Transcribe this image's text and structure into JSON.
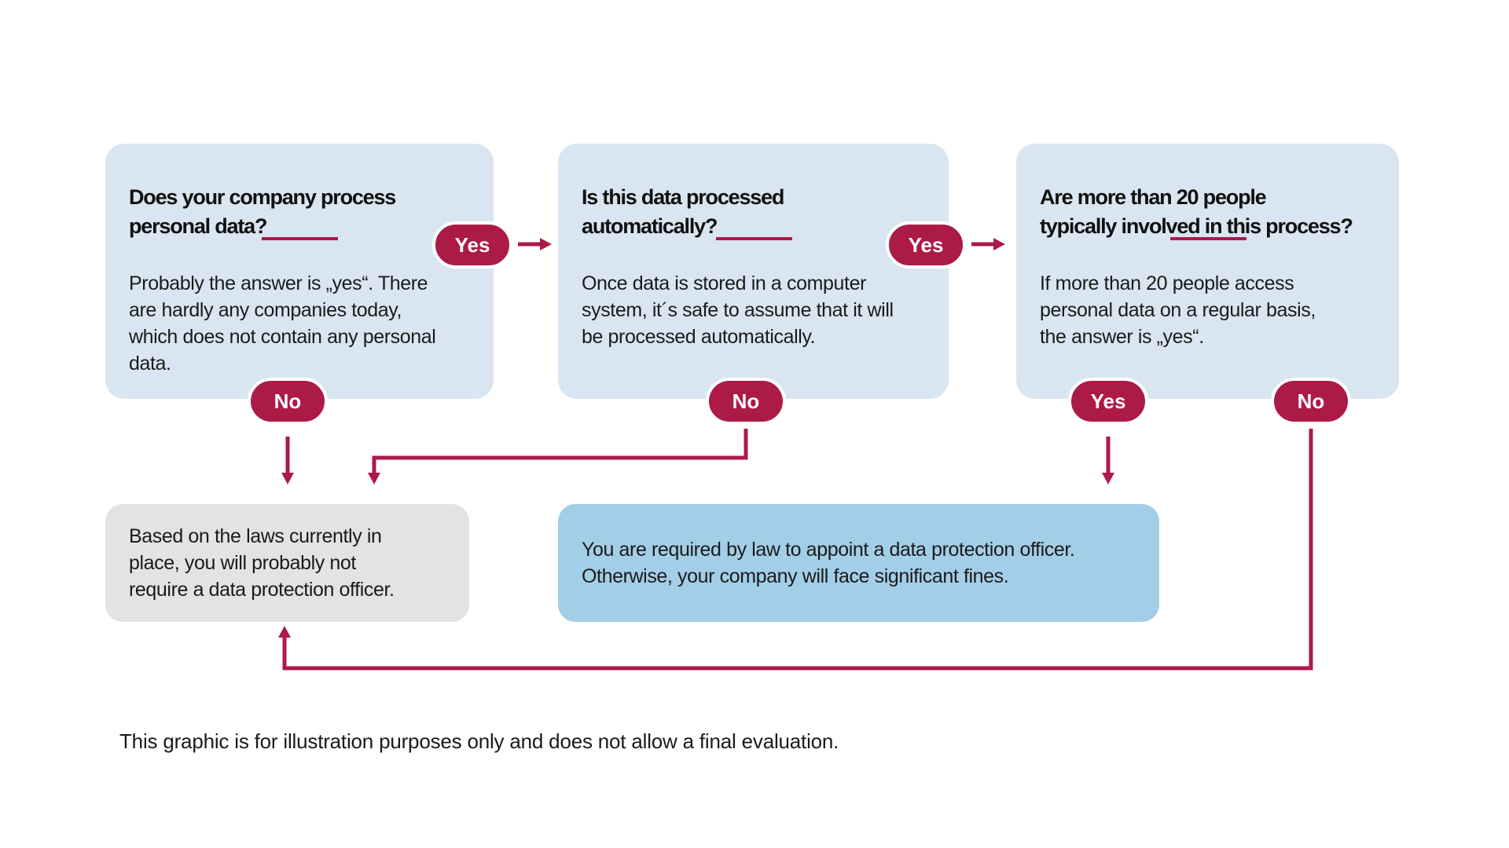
{
  "colors": {
    "accent": "#ac1a48",
    "question_box_bg": "#d9e6f1",
    "outcome_required_bg": "#a3cee7",
    "outcome_not_required_bg": "#e3e3e3",
    "canvas_bg": "#ffffff",
    "text": "#1a1a1a",
    "badge_text": "#ffffff"
  },
  "questions": [
    {
      "heading_lines": [
        "Does your company process",
        "personal data?"
      ],
      "body_lines": [
        "Probably the answer is „yes“. There",
        "are hardly any companies today,",
        "which does not contain any personal",
        "data."
      ],
      "yes_label": "Yes",
      "no_label": "No"
    },
    {
      "heading_lines": [
        "Is this data processed",
        "automatically?"
      ],
      "body_lines": [
        "Once data is stored in a computer",
        "system, it´s safe to assume that it will",
        "be processed automatically."
      ],
      "yes_label": "Yes",
      "no_label": "No"
    },
    {
      "heading_lines": [
        "Are more than 20 people",
        "typically involved in this process?"
      ],
      "body_lines": [
        "If more than 20 people access",
        "personal data on a regular basis,",
        "the answer is „yes“."
      ],
      "yes_label": "Yes",
      "no_label": "No"
    }
  ],
  "outcomes": {
    "not_required": {
      "lines": [
        "Based on the laws currently in",
        "place, you will probably not",
        "require a data protection officer."
      ]
    },
    "required": {
      "lines": [
        "You are required by law to appoint a data protection officer.",
        "Otherwise, your company will face significant fines."
      ]
    }
  },
  "footnote": "This graphic is for illustration purposes only and does not allow a final evaluation."
}
